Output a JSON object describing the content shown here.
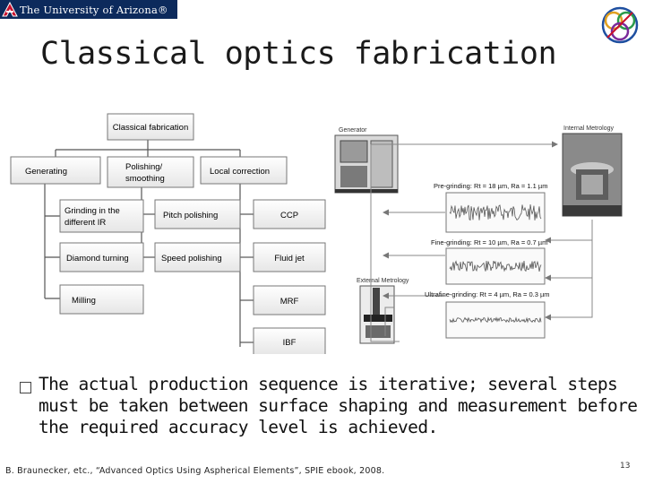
{
  "header": {
    "logo_text": "The University of Arizona®"
  },
  "title": "Classical optics fabrication",
  "diagram": {
    "tree": {
      "root": "Classical fabrication",
      "categories": [
        "Generating",
        "Polishing/ smoothing",
        "Local correction"
      ],
      "generating_items": [
        "Grinding in the different IR",
        "Diamond turning",
        "Milling"
      ],
      "polishing_items": [
        "Pitch polishing",
        "Speed polishing"
      ],
      "correction_items": [
        "CCP",
        "Fluid jet",
        "MRF",
        "IBF"
      ]
    },
    "process": {
      "generator_label": "Generator",
      "internal_metrology_label": "Internal Metrology",
      "external_metrology_label": "External Metrology",
      "pre_grinding": "Pre-grinding: Rt = 18 µm, Ra = 1.1 µm",
      "fine_grinding": "Fine-grinding: Rt = 10 µm, Ra = 0.7 µm",
      "ultrafine_grinding": "Ultrafine-grinding: Rt = 4 µm, Ra = 0.3 µm"
    }
  },
  "bullet": {
    "text": "The actual production sequence is iterative; several steps must be taken between surface shaping and measurement before the required accuracy level is achieved."
  },
  "footer": {
    "citation": "B. Braunecker, etc., “Advanced Optics Using Aspherical Elements”, SPIE ebook, 2008.",
    "page_number": "13"
  },
  "colors": {
    "logo_bar": "#0c2a5c",
    "logo_red": "#c8102e"
  }
}
